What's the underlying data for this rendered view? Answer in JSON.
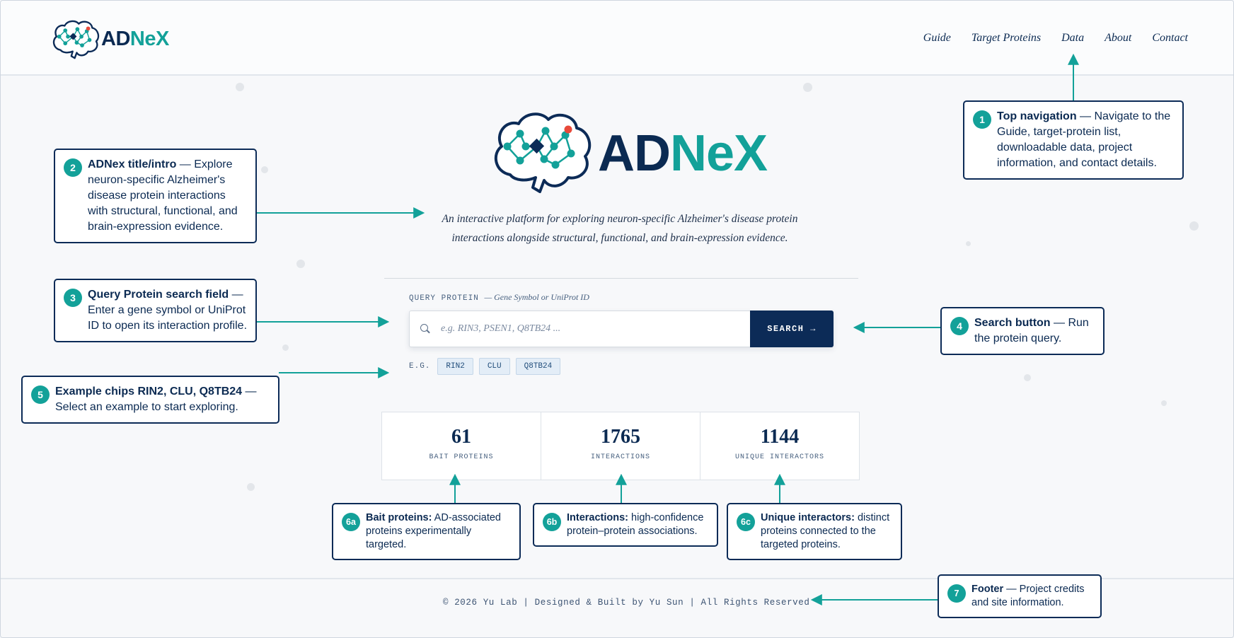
{
  "brand": {
    "name_ad": "AD",
    "name_nex": "NeX"
  },
  "nav": {
    "items": [
      "Guide",
      "Target Proteins",
      "Data",
      "About",
      "Contact"
    ]
  },
  "hero": {
    "intro_line1": "An interactive platform for exploring neuron-specific Alzheimer's disease protein",
    "intro_line2": "interactions alongside structural, functional, and brain-expression evidence."
  },
  "search": {
    "label": "QUERY PROTEIN",
    "hint": "— Gene Symbol or UniProt ID",
    "placeholder": "e.g. RIN3, PSEN1, Q8TB24 ...",
    "button_label": "SEARCH →",
    "examples_label": "E.G.",
    "examples": [
      "RIN2",
      "CLU",
      "Q8TB24"
    ]
  },
  "stats": [
    {
      "value": "61",
      "label": "BAIT PROTEINS"
    },
    {
      "value": "1765",
      "label": "INTERACTIONS"
    },
    {
      "value": "1144",
      "label": "UNIQUE INTERACTORS"
    }
  ],
  "footer": {
    "text": "© 2026 Yu Lab | Designed & Built by Yu Sun | All Rights Reserved"
  },
  "callouts": {
    "c1": {
      "num": "1",
      "title": "Top navigation",
      "text": " — Navigate to the Guide, target-protein list, downloadable data, project information, and contact details."
    },
    "c2": {
      "num": "2",
      "title": "ADNex title/intro",
      "text": " — Explore neuron-specific Alzheimer's disease protein interactions with structural, functional, and brain-expression evidence."
    },
    "c3": {
      "num": "3",
      "title": "Query Protein search field",
      "text": " — Enter a gene symbol or UniProt ID to open its interaction profile."
    },
    "c4": {
      "num": "4",
      "title": "Search button",
      "text": " — Run the protein query."
    },
    "c5": {
      "num": "5",
      "title": "Example chips RIN2, CLU, Q8TB24",
      "text": " — Select an example to start exploring."
    },
    "c6a": {
      "num": "6a",
      "title": "Bait proteins:",
      "text": " AD-associated proteins experimentally targeted."
    },
    "c6b": {
      "num": "6b",
      "title": "Interactions:",
      "text": " high-confidence protein–protein associations."
    },
    "c6c": {
      "num": "6c",
      "title": "Unique interactors:",
      "text": " distinct proteins connected to the targeted proteins."
    },
    "c7": {
      "num": "7",
      "title": "Footer",
      "text": " — Project credits and site information."
    }
  },
  "colors": {
    "navy": "#0c2b57",
    "teal": "#13a199",
    "alert_node": "#e8493a"
  }
}
